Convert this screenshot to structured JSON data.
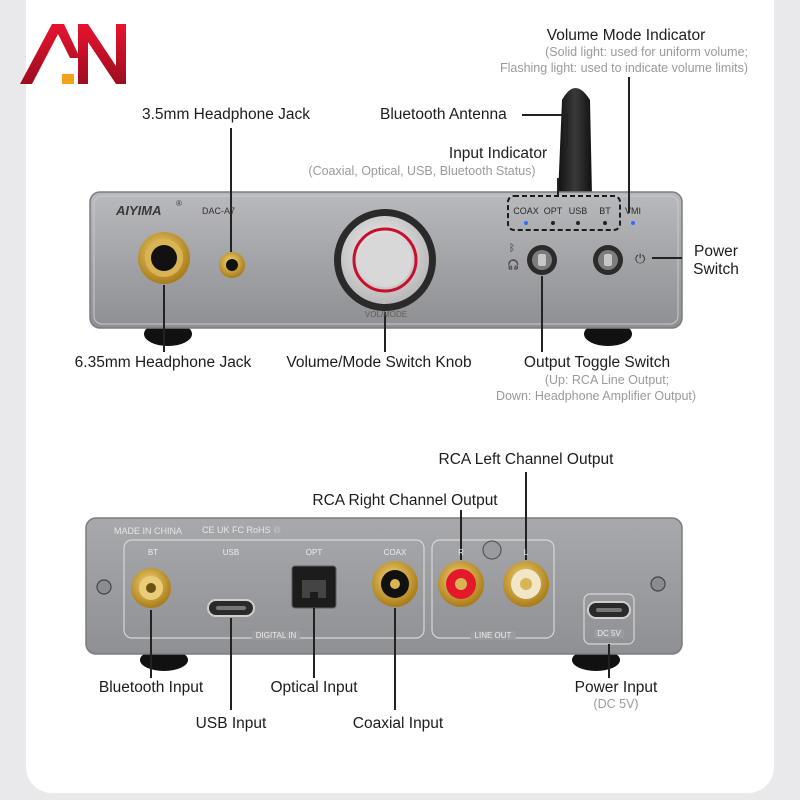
{
  "logo": {
    "text": "AN"
  },
  "front": {
    "brand": "AIYIMA",
    "reg": "®",
    "model": "DAC-A7",
    "knob_text": "VOL/MODE",
    "indicators": [
      "COAX",
      "OPT",
      "USB",
      "BT"
    ],
    "vmi": "VMI",
    "power_symbol": "⏻",
    "bt_symbol": "ᛒ",
    "hp_symbol": "🎧"
  },
  "rear": {
    "made_in": "MADE IN CHINA",
    "cert": "CE UK FC RoHS ♲",
    "ports": [
      "BT",
      "USB",
      "OPT",
      "COAX"
    ],
    "digital_in": "DIGITAL IN",
    "rca_r": "R",
    "rca_l": "L",
    "line_out": "LINE OUT",
    "dc": "DC 5V"
  },
  "labels": {
    "volume_mode_indicator": "Volume Mode Indicator",
    "volume_mode_sub1": "(Solid light: used for uniform volume;",
    "volume_mode_sub2": "Flashing light: used to indicate volume limits)",
    "headphone_35": "3.5mm Headphone Jack",
    "bt_antenna": "Bluetooth Antenna",
    "input_indicator": "Input Indicator",
    "input_indicator_sub": "(Coaxial, Optical, USB, Bluetooth Status)",
    "power_switch_1": "Power",
    "power_switch_2": "Switch",
    "headphone_635": "6.35mm Headphone Jack",
    "vol_knob": "Volume/Mode Switch Knob",
    "output_toggle": "Output Toggle Switch",
    "output_toggle_sub1": "(Up: RCA Line Output;",
    "output_toggle_sub2": "Down: Headphone Amplifier Output)",
    "rca_left": "RCA Left Channel Output",
    "rca_right": "RCA Right Channel Output",
    "bt_input": "Bluetooth Input",
    "optical_input": "Optical Input",
    "power_input": "Power Input",
    "power_input_sub": "(DC 5V)",
    "usb_input": "USB Input",
    "coaxial_input": "Coaxial Input"
  },
  "colors": {
    "brand_red": "#c8102e",
    "body_grey": "#9a9b9f",
    "gold": "#d4a934",
    "led_blue": "#2f6fff"
  }
}
